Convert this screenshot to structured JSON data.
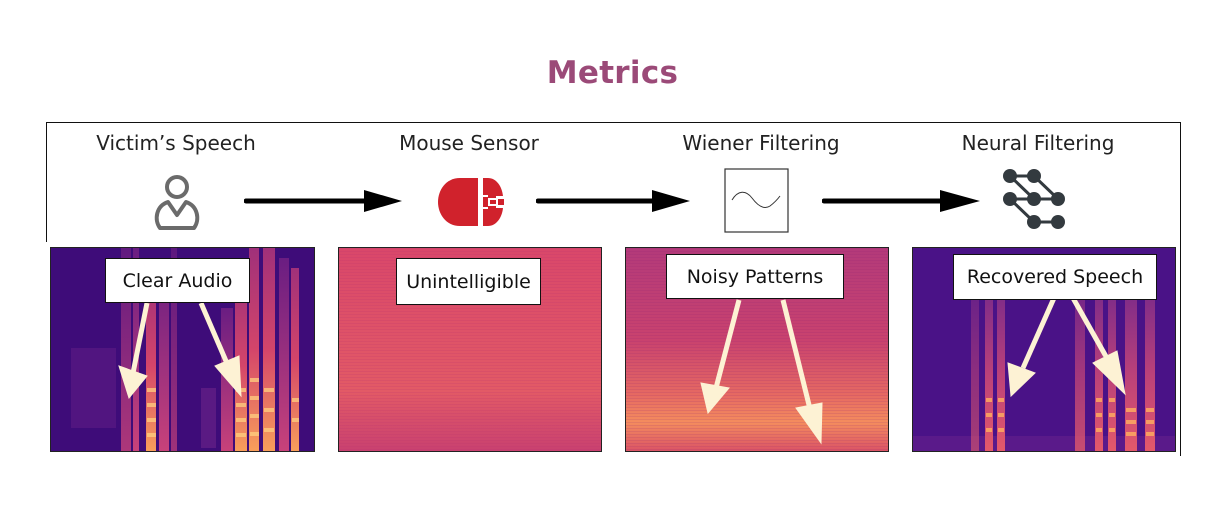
{
  "title": "Metrics",
  "colors": {
    "title": "#9b4a78",
    "mouse_icon": "#d0222c",
    "arrow_pale": "#fdf2d4"
  },
  "stages": [
    {
      "label": "Victim’s Speech",
      "icon": "person-icon",
      "callout": "Clear Audio"
    },
    {
      "label": "Mouse Sensor",
      "icon": "mouse-icon",
      "callout": "Unintelligible"
    },
    {
      "label": "Wiener Filtering",
      "icon": "sine-wave-filter-icon",
      "callout": "Noisy Patterns"
    },
    {
      "label": "Neural Filtering",
      "icon": "neural-network-icon",
      "callout": "Recovered Speech"
    }
  ]
}
